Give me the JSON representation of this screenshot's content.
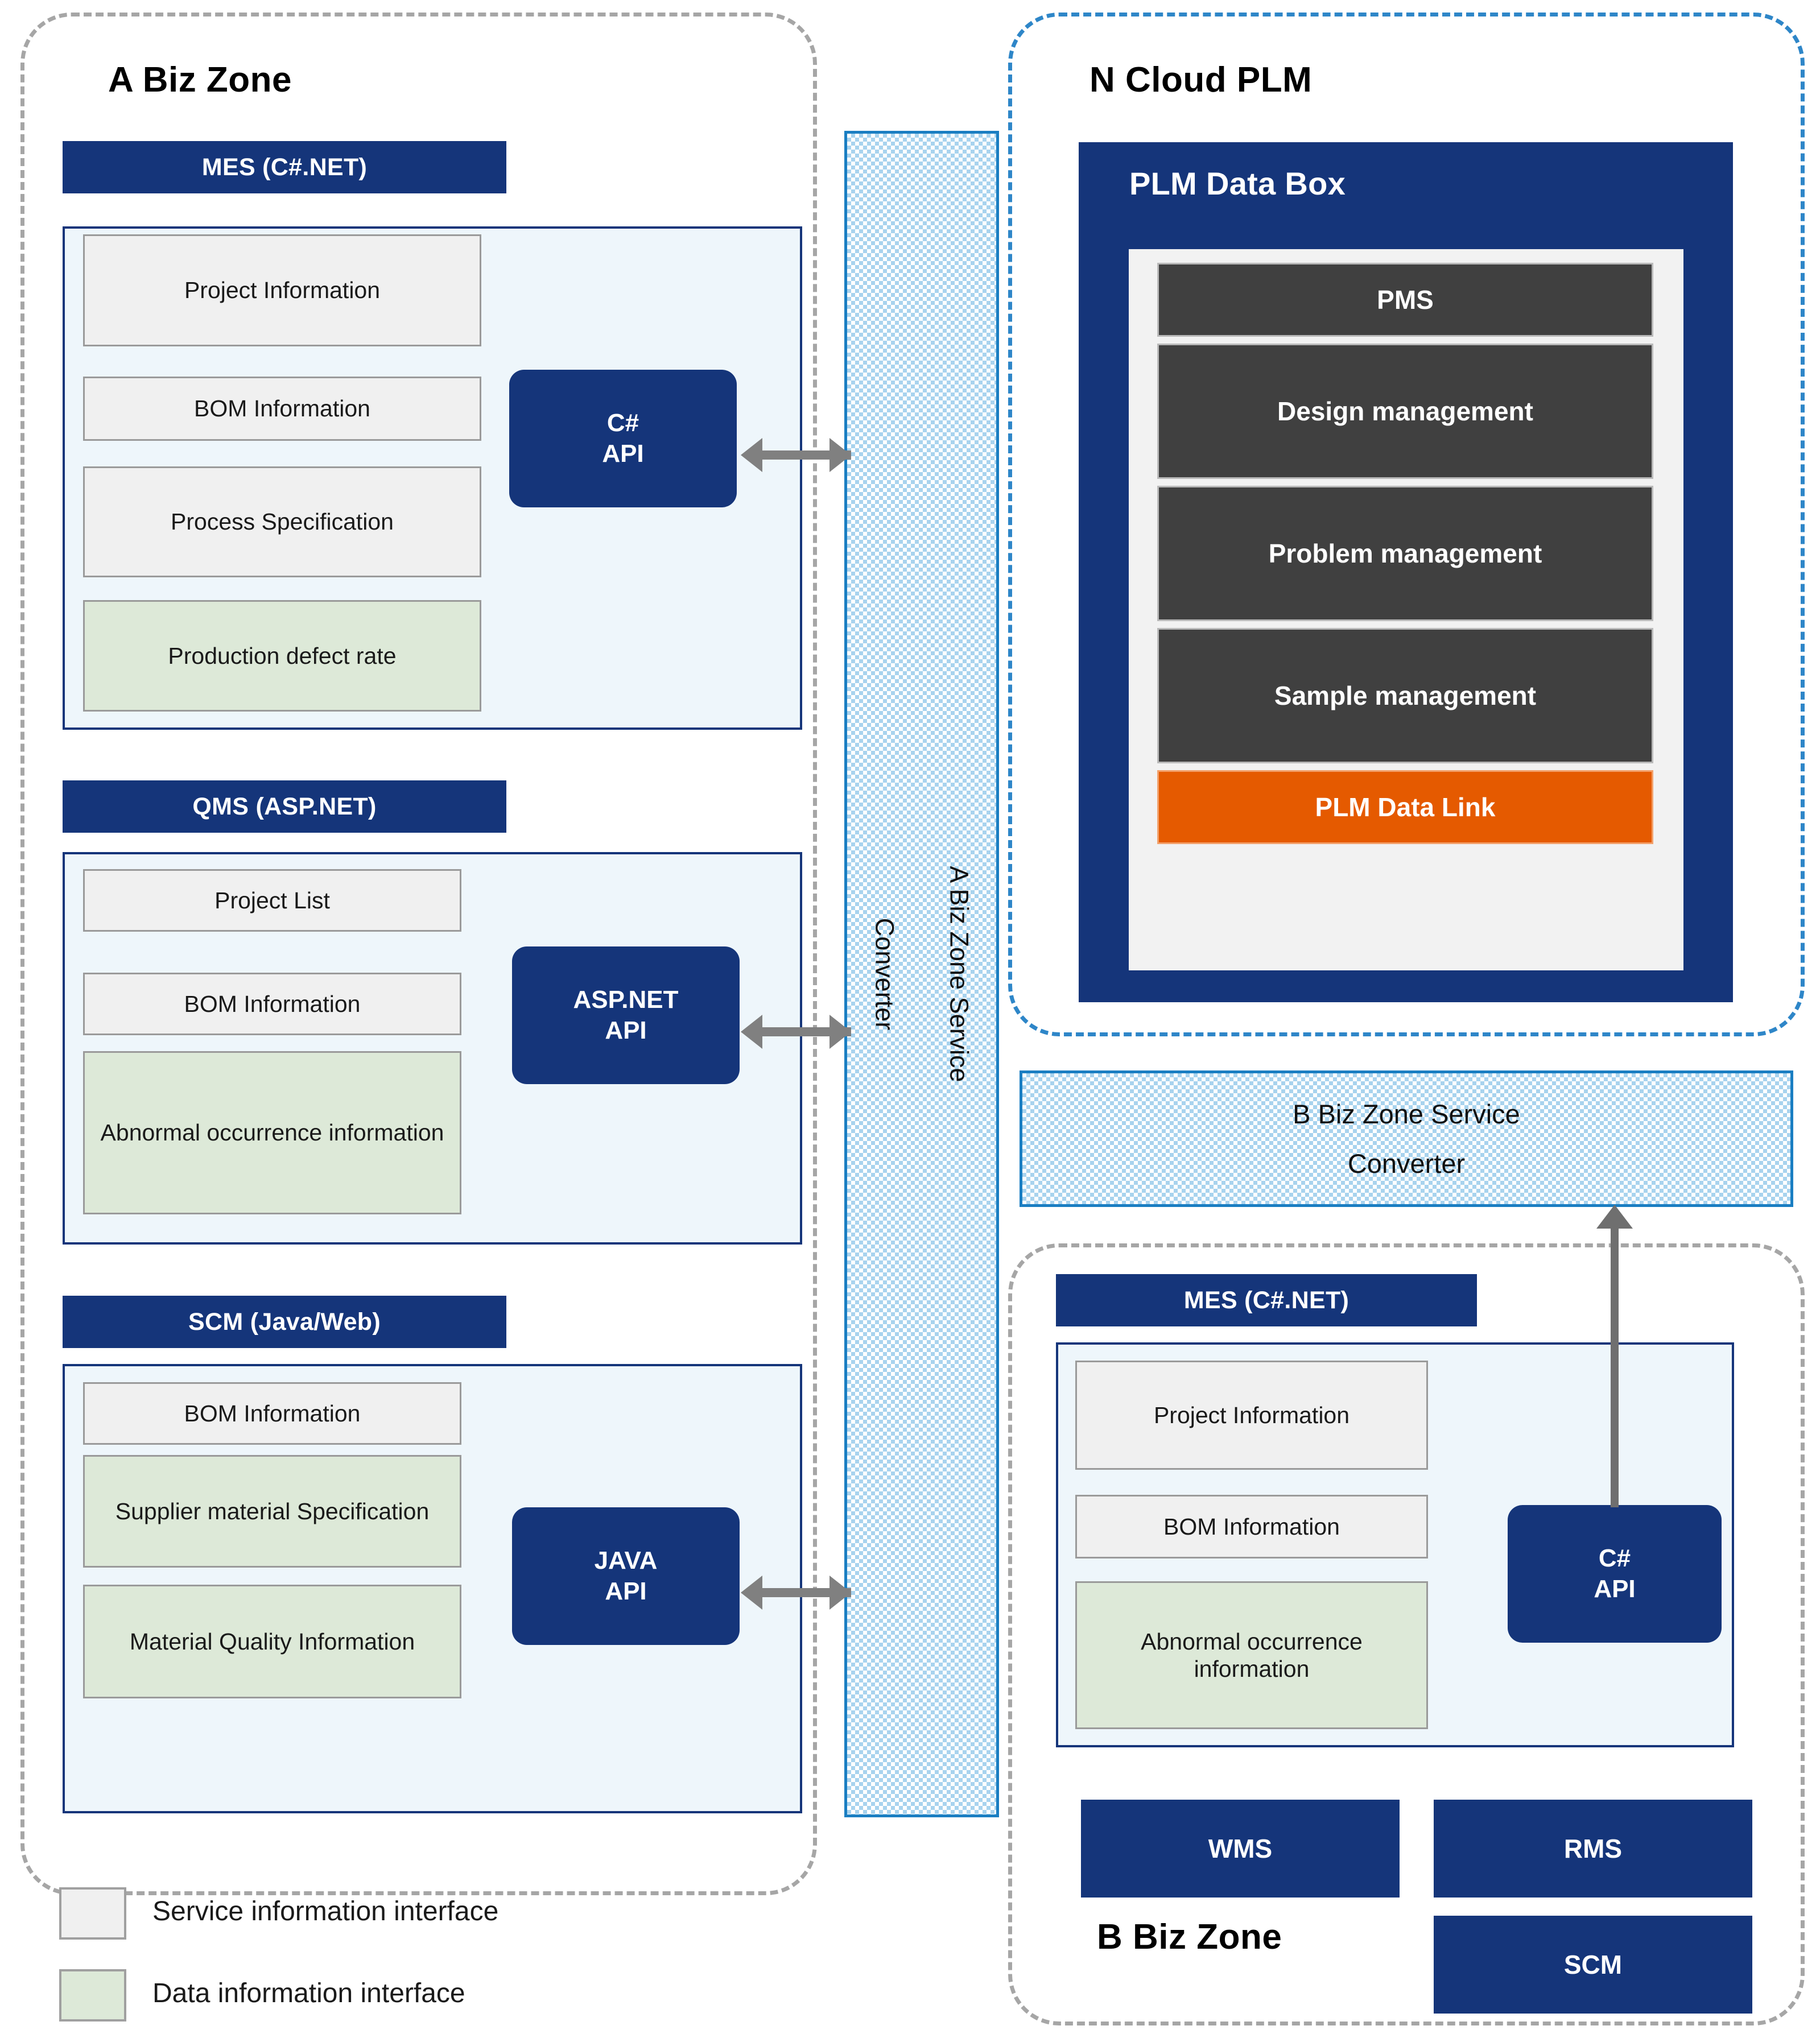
{
  "zones": {
    "a": {
      "title": "A Biz Zone"
    },
    "n": {
      "title": "N Cloud PLM"
    },
    "b": {
      "title": "B Biz Zone"
    }
  },
  "systems": {
    "mes_a": {
      "header": "MES (C#.NET)",
      "api": {
        "line1": "C#",
        "line2": "API"
      },
      "items": [
        {
          "label": "Project Information",
          "kind": "service"
        },
        {
          "label": "BOM Information",
          "kind": "service"
        },
        {
          "label": "Process Specification",
          "kind": "service"
        },
        {
          "label": "Production defect rate",
          "kind": "data"
        }
      ]
    },
    "qms_a": {
      "header": "QMS (ASP.NET)",
      "api": {
        "line1": "ASP.NET",
        "line2": "API"
      },
      "items": [
        {
          "label": "Project List",
          "kind": "service"
        },
        {
          "label": "BOM Information",
          "kind": "service"
        },
        {
          "label": "Abnormal occurrence information",
          "kind": "data"
        }
      ]
    },
    "scm_a": {
      "header": "SCM (Java/Web)",
      "api": {
        "line1": "JAVA",
        "line2": "API"
      },
      "items": [
        {
          "label": "BOM Information",
          "kind": "service"
        },
        {
          "label": "Supplier material Specification",
          "kind": "data"
        },
        {
          "label": "Material Quality Information",
          "kind": "data"
        }
      ]
    },
    "mes_b": {
      "header": "MES (C#.NET)",
      "api": {
        "line1": "C#",
        "line2": "API"
      },
      "items": [
        {
          "label": "Project Information",
          "kind": "service"
        },
        {
          "label": "BOM Information",
          "kind": "service"
        },
        {
          "label": "Abnormal occurrence information",
          "kind": "data"
        }
      ]
    }
  },
  "plm": {
    "box_title": "PLM Data Box",
    "items": [
      {
        "label": "PMS",
        "kind": "dark"
      },
      {
        "label": "Design management",
        "kind": "dark"
      },
      {
        "label": "Problem management",
        "kind": "dark"
      },
      {
        "label": "Sample management",
        "kind": "dark"
      },
      {
        "label": "PLM Data Link",
        "kind": "link"
      }
    ]
  },
  "converters": {
    "a": {
      "line1": "A Biz Zone Service",
      "line2": "Converter"
    },
    "b": {
      "line1": "B Biz Zone Service",
      "line2": "Converter"
    }
  },
  "modules": [
    {
      "label": "WMS"
    },
    {
      "label": "RMS"
    },
    {
      "label": "SCM"
    }
  ],
  "legend": [
    {
      "label": "Service information interface",
      "kind": "service"
    },
    {
      "label": "Data information interface",
      "kind": "data"
    }
  ],
  "colors": {
    "navy": "#15357a",
    "orange": "#e55a00",
    "dark_gray": "#404040",
    "service_fill": "#f0f0f0",
    "data_fill": "#dde9d8",
    "panel_fill": "#eef6fb",
    "converter_blue": "#1a7ec2",
    "zone_dash_gray": "#a6a6a6",
    "arrow_gray": "#808080"
  }
}
